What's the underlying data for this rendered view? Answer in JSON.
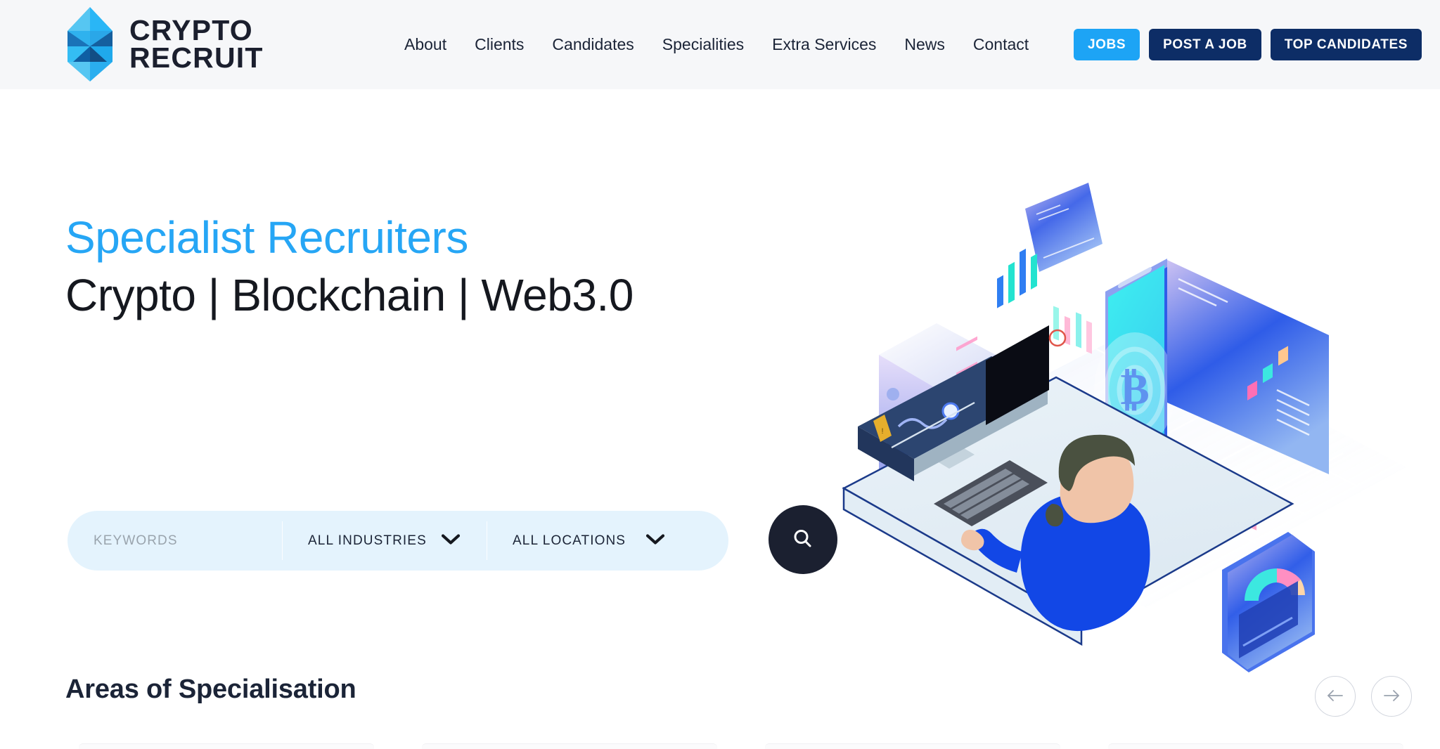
{
  "brand": {
    "line1": "CRYPTO",
    "line2": "RECRUIT",
    "logo_icon": "crypto-diamond-logo-icon",
    "colors": {
      "light_blue": "#4fc3f7",
      "mid_blue": "#29b6f6",
      "deep_blue": "#1565a8",
      "dark_blue": "#0d5a9e"
    }
  },
  "nav": {
    "items": [
      {
        "label": "About"
      },
      {
        "label": "Clients"
      },
      {
        "label": "Candidates"
      },
      {
        "label": "Specialities"
      },
      {
        "label": "Extra Services"
      },
      {
        "label": "News"
      },
      {
        "label": "Contact"
      }
    ],
    "buttons": [
      {
        "label": "JOBS",
        "style": "primary",
        "color": "#1da4f5"
      },
      {
        "label": "POST A JOB",
        "style": "dark",
        "color": "#0d2d66"
      },
      {
        "label": "TOP CANDIDATES",
        "style": "dark",
        "color": "#0d2d66"
      }
    ]
  },
  "hero": {
    "title_line1": "Specialist Recruiters",
    "title_line2": "Crypto | Blockchain | Web3.0",
    "title_line1_color": "#26a6f5",
    "title_line2_color": "#15181f",
    "illustration": "crypto-trading-isometric-illustration"
  },
  "search": {
    "keywords_placeholder": "KEYWORDS",
    "keywords_value": "",
    "industry_selected": "ALL INDUSTRIES",
    "location_selected": "ALL LOCATIONS",
    "search_icon": "magnifier-icon",
    "chevron_icon": "chevron-down-icon",
    "bar_color": "#e4f3fd",
    "button_color": "#1b2030"
  },
  "specialisation": {
    "heading": "Areas of Specialisation",
    "prev_icon": "arrow-left-icon",
    "next_icon": "arrow-right-icon"
  }
}
